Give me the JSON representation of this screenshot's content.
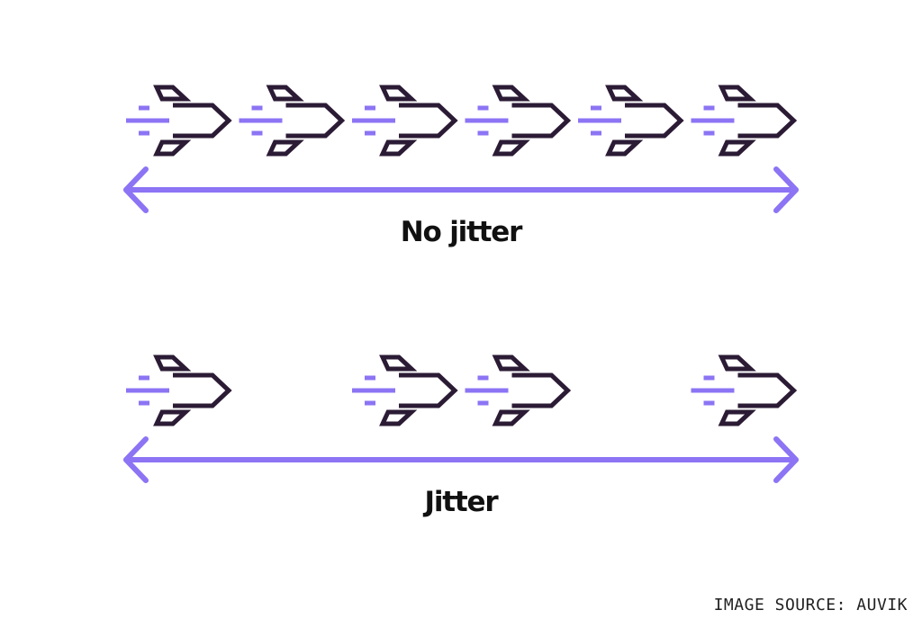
{
  "colors": {
    "plane": "#2b1b35",
    "accent": "#8c74f4",
    "text": "#111111"
  },
  "rows": [
    {
      "label": "No jitter",
      "planes": [
        {
          "icon": "airplane-icon",
          "slot": 0
        },
        {
          "icon": "airplane-icon",
          "slot": 1
        },
        {
          "icon": "airplane-icon",
          "slot": 2
        },
        {
          "icon": "airplane-icon",
          "slot": 3
        },
        {
          "icon": "airplane-icon",
          "slot": 4
        },
        {
          "icon": "airplane-icon",
          "slot": 5
        }
      ],
      "arrow": "double-arrow-icon"
    },
    {
      "label": "Jitter",
      "planes": [
        {
          "icon": "airplane-icon",
          "slot": 0
        },
        {
          "icon": "airplane-icon",
          "slot": 2
        },
        {
          "icon": "airplane-icon",
          "slot": 3
        },
        {
          "icon": "airplane-icon",
          "slot": 5
        }
      ],
      "arrow": "double-arrow-icon"
    }
  ],
  "source": "IMAGE SOURCE: AUVIK"
}
